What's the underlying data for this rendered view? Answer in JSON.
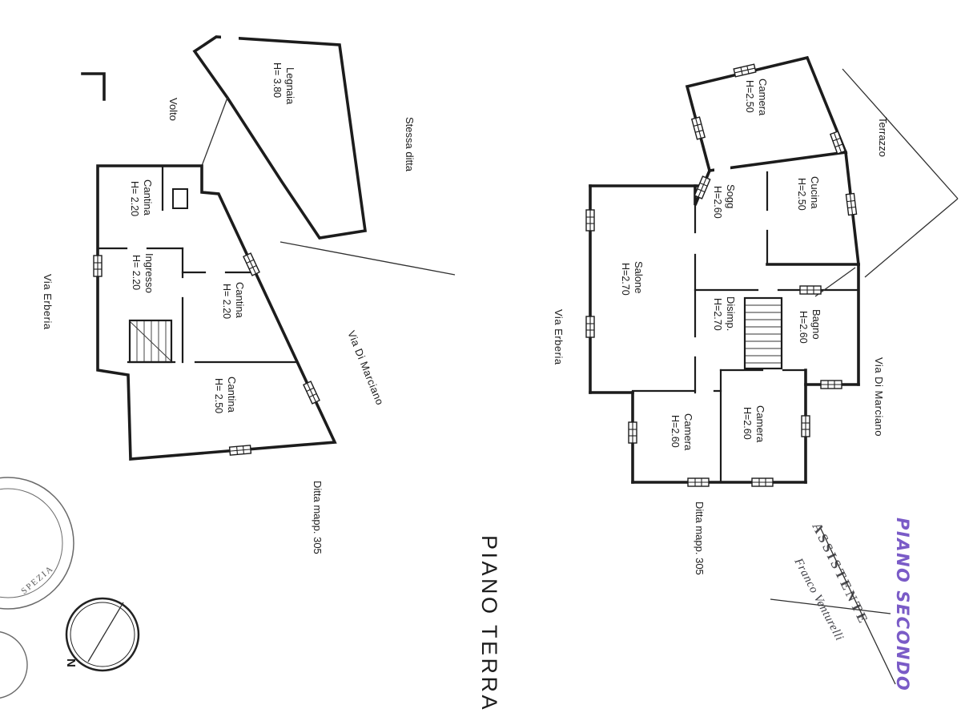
{
  "piano_terra": {
    "title": "PIANO TERRA",
    "note": "Stessa ditta",
    "parcel": "Ditta mapp. 305",
    "streets": {
      "erberia": "Via Erberia",
      "marciano": "Via Di Marciano"
    },
    "rooms": {
      "legnaia": {
        "name": "Legnaia",
        "height": "H= 3.80"
      },
      "volto": {
        "name": "Volto"
      },
      "cantina_nw": {
        "name": "Cantina",
        "height": "H= 2.20"
      },
      "ingresso": {
        "name": "Ingresso",
        "height": "H= 2.20"
      },
      "cantina_mid": {
        "name": "Cantina",
        "height": "H= 2.20"
      },
      "cantina_s": {
        "name": "Cantina",
        "height": "H= 2.50"
      }
    }
  },
  "piano_secondo": {
    "title_handwritten": "PIANO SECONDO",
    "parcel": "Ditta mapp. 305",
    "streets": {
      "erberia": "Via Erberia",
      "marciano": "Via Di Marciano"
    },
    "rooms": {
      "camera_n": {
        "name": "Camera",
        "height": "H=2.50"
      },
      "terrazzo": {
        "name": "Terrazzo"
      },
      "cucina": {
        "name": "Cucina",
        "height": "H=2.50"
      },
      "sogg": {
        "name": "Sogg",
        "height": "H=2.60"
      },
      "salone": {
        "name": "Salone",
        "height": "H=2.70"
      },
      "disimp": {
        "name": "Disimp.",
        "height": "H=2.70"
      },
      "bagno": {
        "name": "Bagno",
        "height": "H=2.60"
      },
      "camera_sw": {
        "name": "Camera",
        "height": "H=2.60"
      },
      "camera_se": {
        "name": "Camera",
        "height": "H=2.60"
      }
    },
    "stamp": {
      "office": "ASSISTENTE",
      "signature": "Franco Venturelli"
    }
  },
  "compass": {
    "north_label": "N"
  },
  "round_stamp": {
    "fragment": "SPEZIA"
  },
  "colors": {
    "ink": "#1c1c1c",
    "handwriting_purple": "#7a5bc7",
    "stamp_gray": "#5a5a5a"
  }
}
